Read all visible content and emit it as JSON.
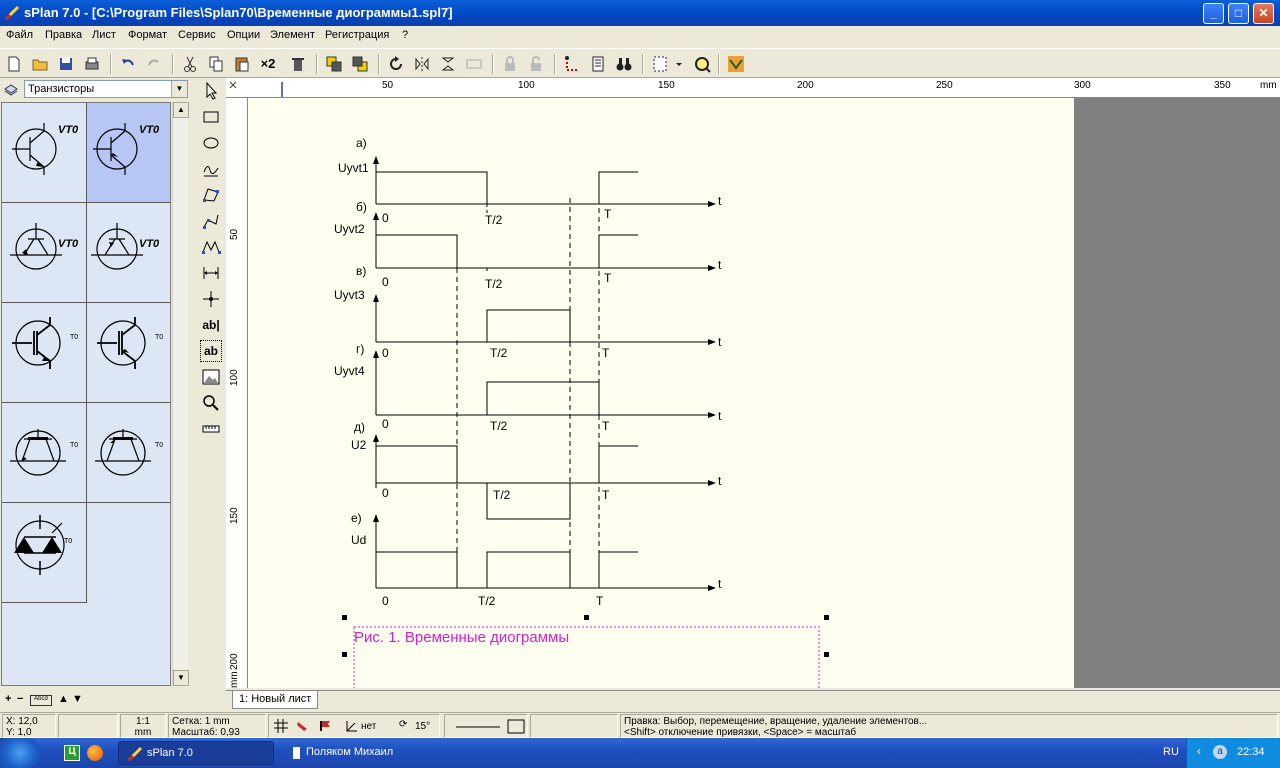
{
  "window": {
    "title": "sPlan 7.0 - [C:\\Program Files\\Splan70\\Временные диограммы1.spl7]",
    "minimize": "_",
    "maximize": "□",
    "close": "✕"
  },
  "menu": [
    "Файл",
    "Правка",
    "Лист",
    "Формат",
    "Сервис",
    "Опции",
    "Элемент",
    "Регистрация",
    "?"
  ],
  "toolbar": {
    "duplicate_label": "×2"
  },
  "library": {
    "selected": "Транзисторы",
    "label": "VT0",
    "small_label": "T0"
  },
  "tools": {
    "text_label": "ab|",
    "text_box_label": "ab"
  },
  "ruler": {
    "unit": "mm",
    "top_ticks": [
      "50",
      "100",
      "150",
      "200",
      "250",
      "300",
      "350"
    ],
    "left_ticks": [
      "50",
      "100",
      "150",
      "200"
    ],
    "left_unit_label": "mm"
  },
  "diagram": {
    "panels": [
      {
        "letter": "а)",
        "signal": "Uyvt1"
      },
      {
        "letter": "б)",
        "signal": "Uyvt2"
      },
      {
        "letter": "в)",
        "signal": "Uyvt3"
      },
      {
        "letter": "г)",
        "signal": "Uyvt4"
      },
      {
        "letter": "д)",
        "signal": "U2"
      },
      {
        "letter": "е)",
        "signal": "Ud"
      }
    ],
    "t": "t",
    "zero": "0",
    "half": "T/2",
    "period": "T",
    "caption": "Рис. 1. Временные диограммы"
  },
  "sheet_tab": "1: Новый лист",
  "status": {
    "x": "X: 12,0",
    "y": "Y: 1,0",
    "scale_ratio": "1:1",
    "scale_unit": "mm",
    "grid": "Сетка: 1 mm",
    "zoom": "Масштаб:  0,93",
    "snap": "нет",
    "angle": "15°",
    "hint1": "Правка: Выбор, перемещение, вращение, удаление элементов...",
    "hint2": "<Shift> отключение привязки, <Space> = масштаб"
  },
  "taskbar": {
    "splan": "sPlan 7.0",
    "word": "Поляком Михаил",
    "lang": "RU",
    "time": "22:34"
  },
  "colors": {
    "caption": "#d020d0",
    "titlebar": "#0a4fd0",
    "selected_cell": "#b6c6f5"
  }
}
